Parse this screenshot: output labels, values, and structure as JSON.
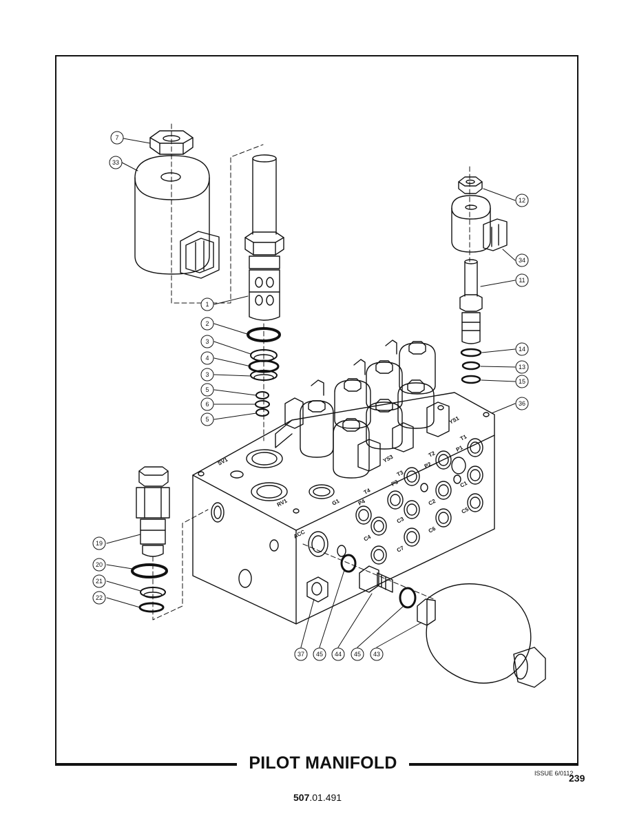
{
  "title": "PILOT MANIFOLD",
  "issue": "ISSUE 6/0112",
  "page_number": "239",
  "doc_number_bold": "507",
  "doc_number_rest": ".01.491",
  "callouts": {
    "c7": "7",
    "c33": "33",
    "c1": "1",
    "c2": "2",
    "c3a": "3",
    "c4": "4",
    "c3b": "3",
    "c5a": "5",
    "c6": "6",
    "c5b": "5",
    "c12": "12",
    "c34": "34",
    "c11": "11",
    "c14": "14",
    "c13": "13",
    "c15": "15",
    "c36": "36",
    "c19": "19",
    "c20": "20",
    "c21": "21",
    "c22": "22",
    "c37": "37",
    "c45a": "45",
    "c44": "44",
    "c45b": "45",
    "c43": "43"
  },
  "port_labels": {
    "sv1": "SV1",
    "rv1": "RV1",
    "g1": "G1",
    "acc": "ACC",
    "ys3": "YS3",
    "ys1": "YS1",
    "t1": "T1",
    "t2": "T2",
    "t3": "T3",
    "t4": "T4",
    "p1": "P1",
    "p2": "P2",
    "p3": "P3",
    "p4": "P4",
    "c1": "C1",
    "c2": "C2",
    "c3": "C3",
    "c4": "C4",
    "c5": "C5",
    "c6": "C6",
    "c7": "C7"
  }
}
